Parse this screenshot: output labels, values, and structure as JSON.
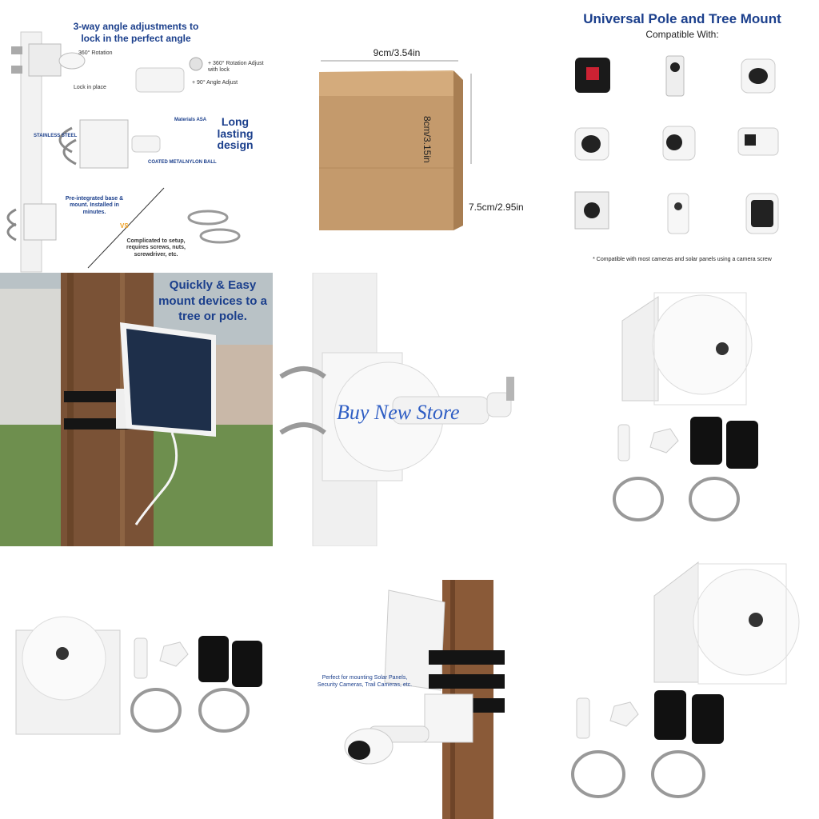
{
  "angle_panel": {
    "title": "3-way angle adjustments to lock in the perfect angle",
    "callout_rotation": "360° Rotation",
    "callout_lock": "Lock in place",
    "callout_adjust": "+ 360° Rotation Adjust with lock",
    "callout_angle": "+ 90° Angle Adjust",
    "label_steel": "STAINLESS STEEL",
    "label_material": "Materials ASA",
    "label_coated": "COATED METAL",
    "label_nylon": "NYLON BALL",
    "long_lasting": "Long lasting design",
    "pre_integrated": "Pre-integrated base & mount. Installed in minutes.",
    "vs": "VS",
    "complicated": "Complicated to setup, requires screws, nuts, screwdriver, etc."
  },
  "box_panel": {
    "width": "9cm/3.54in",
    "height": "8cm/3.15in",
    "depth": "7.5cm/2.95in"
  },
  "compat_panel": {
    "title": "Universal Pole and Tree Mount",
    "subtitle": "Compatible With:",
    "footnote": "* Compatible with most cameras and solar panels using a camera screw"
  },
  "tree_panel": {
    "headline": "Quickly & Easy mount devices to a tree or pole."
  },
  "pole_panel": {
    "watermark": "Buy New Store"
  },
  "usage_panel": {
    "caption": "Perfect for mounting Solar Panels, Security Cameras, Trail Cameras, etc."
  },
  "colors": {
    "brand_blue": "#1b3f8c",
    "watermark_blue": "#2f5ec4",
    "cardboard": "#c49a6c",
    "bark": "#7a5236"
  }
}
